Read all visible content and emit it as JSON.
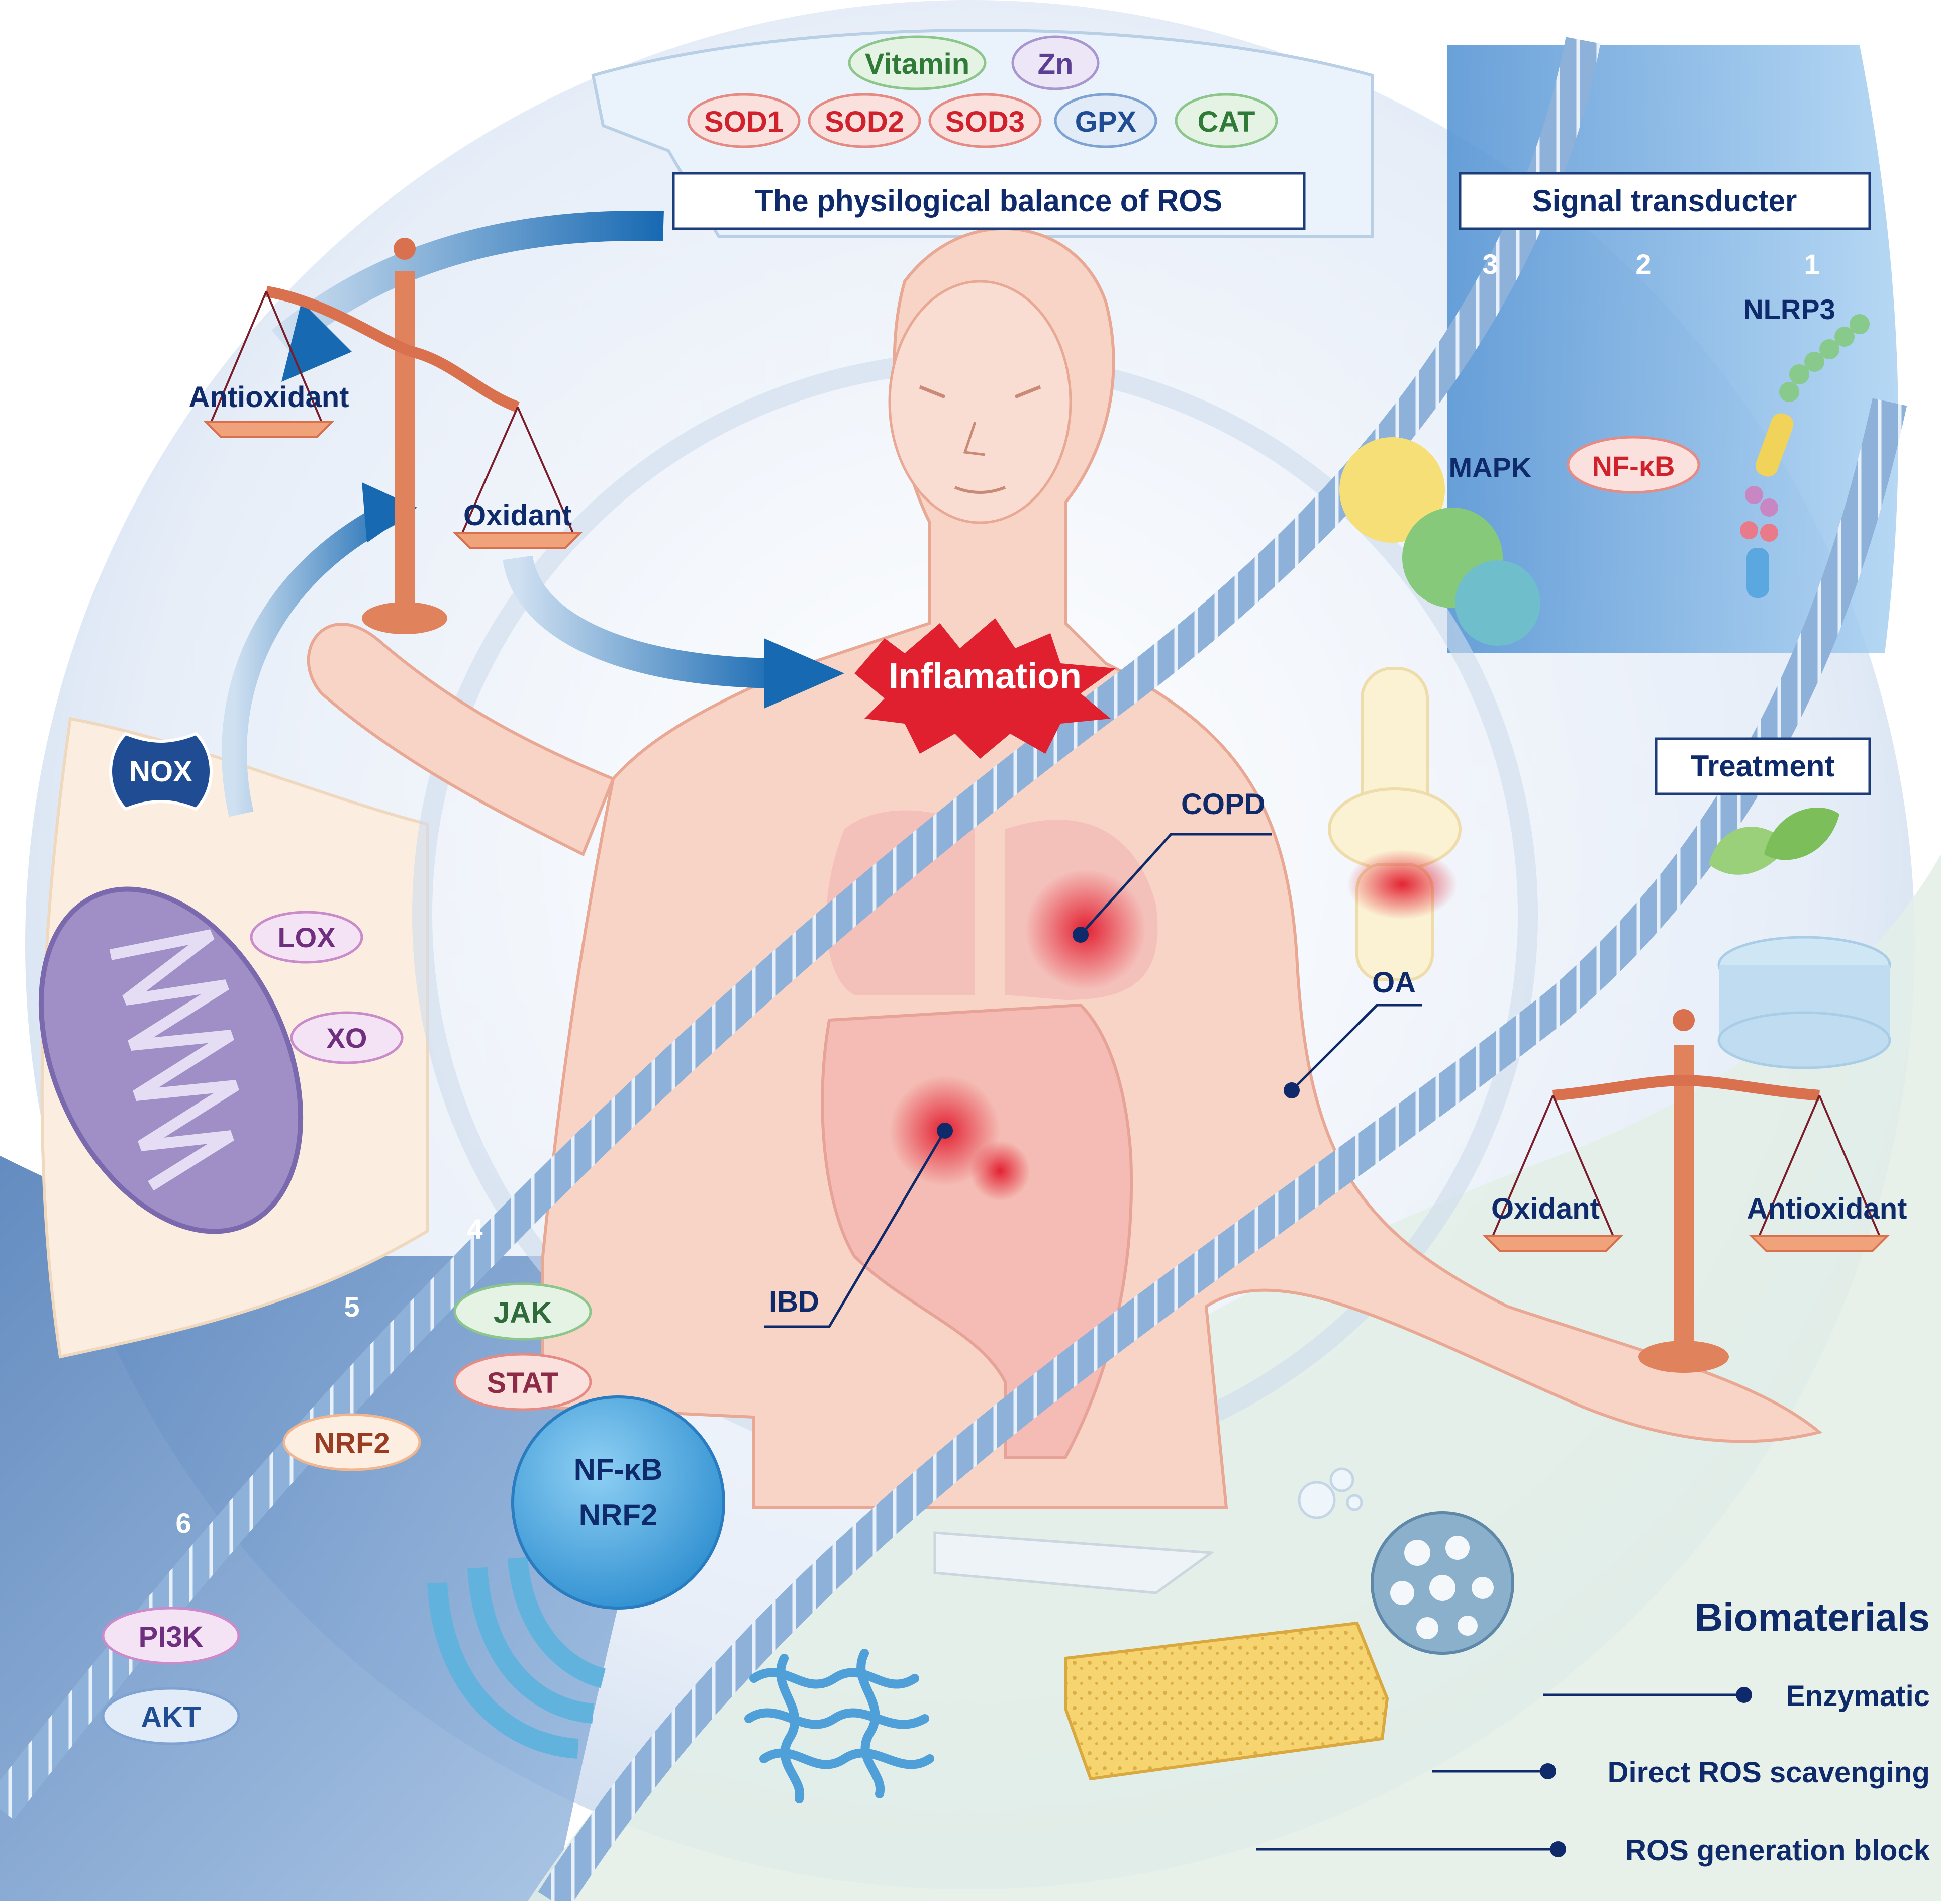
{
  "header": {
    "balance_title": "The physilogical balance of ROS",
    "signal_title": "Signal transducter",
    "treatment_title": "Treatment",
    "biomaterials_title": "Biomaterials"
  },
  "antioxidant_pills": {
    "row1": [
      "Vitamin",
      "Zn"
    ],
    "row2": [
      "SOD1",
      "SOD2",
      "SOD3",
      "GPX",
      "CAT"
    ]
  },
  "scale_left": {
    "antioxidant": "Antioxidant",
    "oxidant": "Oxidant"
  },
  "scale_right": {
    "oxidant": "Oxidant",
    "antioxidant": "Antioxidant"
  },
  "inflammation": "Inflamation",
  "diseases": {
    "copd": "COPD",
    "oa": "OA",
    "ibd": "IBD"
  },
  "signal_pathways": {
    "num1": "1",
    "num2": "2",
    "num3": "3",
    "num4": "4",
    "num5": "5",
    "num6": "6",
    "nlrp3": "NLRP3",
    "nfkb": "NF-κB",
    "mapk": "MAPK",
    "jak": "JAK",
    "stat": "STAT",
    "nrf2": "NRF2",
    "nucleus_line1": "NF-κB",
    "nucleus_line2": "NRF2",
    "pi3k": "PI3K",
    "akt": "AKT"
  },
  "ros_sources": {
    "nox": "NOX",
    "lox": "LOX",
    "xo": "XO"
  },
  "biomaterials": {
    "items": [
      "Enzymatic",
      "Direct ROS scavenging",
      "ROS generation block"
    ]
  },
  "colors": {
    "navy": "#0f2a6b",
    "membrane": "#7ea6cf",
    "inflammation_red": "#e0202e",
    "skin": "#f6d2c4",
    "scale_copper": "#d9714e"
  }
}
